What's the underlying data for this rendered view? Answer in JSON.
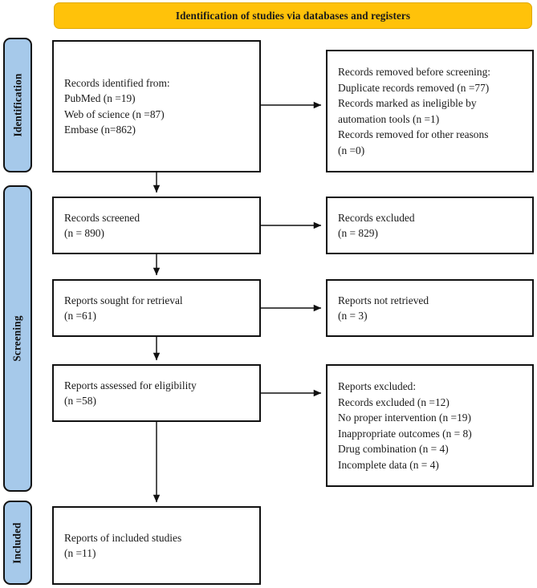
{
  "banner": {
    "title": "Identification of studies via databases and registers",
    "color": "#FFC20A"
  },
  "phases": [
    {
      "id": "identification",
      "label": "Identification",
      "color": "#A6C9EA"
    },
    {
      "id": "screening",
      "label": "Screening",
      "color": "#A6C9EA"
    },
    {
      "id": "included",
      "label": "Included",
      "color": "#A6C9EA"
    }
  ],
  "boxes": {
    "identified": {
      "name": "records-identified",
      "lines": [
        "Records identified from:",
        "PubMed (n =19)",
        "Web of science (n =87)",
        "Embase (n=862)"
      ]
    },
    "removed": {
      "name": "records-removed-before-screening",
      "lines": [
        "Records removed before screening:",
        "Duplicate records removed (n =77)",
        "Records marked as ineligible by",
        "automation tools (n =1)",
        "Records removed for other reasons",
        "(n =0)"
      ]
    },
    "screened": {
      "name": "records-screened",
      "lines": [
        "Records screened",
        "(n = 890)"
      ]
    },
    "excluded": {
      "name": "records-excluded",
      "lines": [
        "Records excluded",
        "(n = 829)"
      ]
    },
    "sought": {
      "name": "reports-sought-for-retrieval",
      "lines": [
        "Reports sought for retrieval",
        "(n =61)"
      ]
    },
    "notretrieved": {
      "name": "reports-not-retrieved",
      "lines": [
        "Reports not retrieved",
        "(n = 3)"
      ]
    },
    "assessed": {
      "name": "reports-assessed-for-eligibility",
      "lines": [
        "Reports assessed for eligibility",
        "(n =58)"
      ]
    },
    "reports_excluded": {
      "name": "reports-excluded-with-reasons",
      "lines": [
        "Reports excluded:",
        "Records excluded (n =12)",
        "No proper intervention (n =19)",
        "Inappropriate outcomes (n = 8)",
        "Drug combination (n = 4)",
        "Incomplete data (n = 4)"
      ]
    },
    "included_studies": {
      "name": "reports-of-included-studies",
      "lines": [
        "Reports of included studies",
        "(n =11)"
      ]
    }
  },
  "chart_data": {
    "type": "diagram",
    "title": "Identification of studies via databases and registers",
    "nodes": [
      {
        "id": "identified",
        "phase": "Identification",
        "column": "left",
        "label": "Records identified from: PubMed (n =19); Web of science (n =87); Embase (n=862)",
        "counts": {
          "PubMed": 19,
          "Web of science": 87,
          "Embase": 862
        }
      },
      {
        "id": "removed",
        "phase": "Identification",
        "column": "right",
        "label": "Records removed before screening",
        "counts": {
          "Duplicate records removed": 77,
          "Records marked as ineligible by automation tools": 1,
          "Records removed for other reasons": 0
        }
      },
      {
        "id": "screened",
        "phase": "Screening",
        "column": "left",
        "label": "Records screened",
        "n": 890
      },
      {
        "id": "excluded",
        "phase": "Screening",
        "column": "right",
        "label": "Records excluded",
        "n": 829
      },
      {
        "id": "sought",
        "phase": "Screening",
        "column": "left",
        "label": "Reports sought for retrieval",
        "n": 61
      },
      {
        "id": "notretrieved",
        "phase": "Screening",
        "column": "right",
        "label": "Reports not retrieved",
        "n": 3
      },
      {
        "id": "assessed",
        "phase": "Screening",
        "column": "left",
        "label": "Reports assessed for eligibility",
        "n": 58
      },
      {
        "id": "reports_excluded",
        "phase": "Screening",
        "column": "right",
        "label": "Reports excluded",
        "counts": {
          "Records excluded": 12,
          "No proper intervention": 19,
          "Inappropriate outcomes": 8,
          "Drug combination": 4,
          "Incomplete data": 4
        }
      },
      {
        "id": "included_studies",
        "phase": "Included",
        "column": "left",
        "label": "Reports of included studies",
        "n": 11
      }
    ],
    "edges": [
      {
        "from": "identified",
        "to": "removed",
        "direction": "right"
      },
      {
        "from": "identified",
        "to": "screened",
        "direction": "down"
      },
      {
        "from": "screened",
        "to": "excluded",
        "direction": "right"
      },
      {
        "from": "screened",
        "to": "sought",
        "direction": "down"
      },
      {
        "from": "sought",
        "to": "notretrieved",
        "direction": "right"
      },
      {
        "from": "sought",
        "to": "assessed",
        "direction": "down"
      },
      {
        "from": "assessed",
        "to": "reports_excluded",
        "direction": "right"
      },
      {
        "from": "assessed",
        "to": "included_studies",
        "direction": "down"
      }
    ]
  }
}
